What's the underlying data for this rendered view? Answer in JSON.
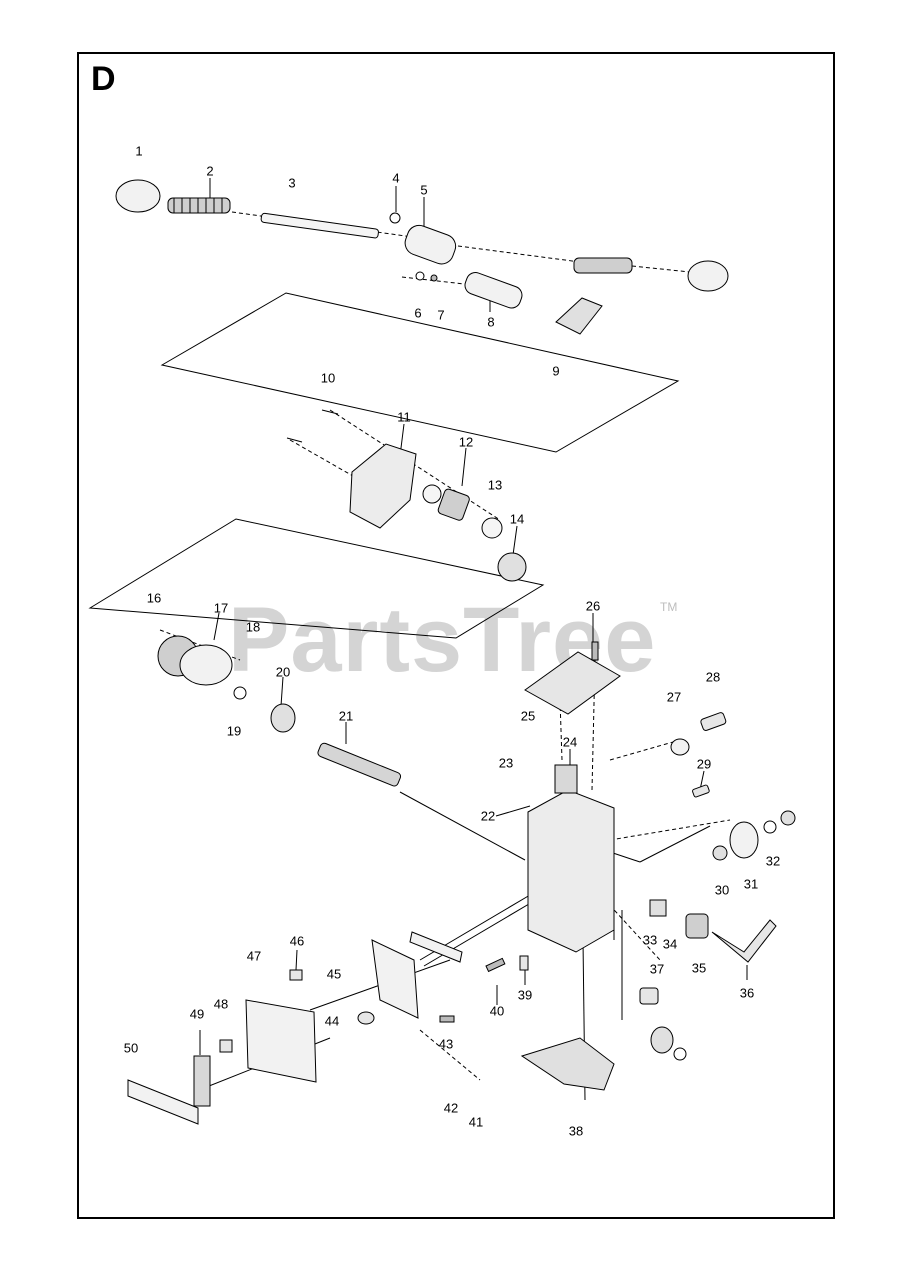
{
  "section_label": "D",
  "watermark": {
    "text": "PartsTree",
    "trademark": "TM"
  },
  "callouts": [
    "1",
    "2",
    "3",
    "4",
    "5",
    "6",
    "7",
    "8",
    "9",
    "10",
    "11",
    "12",
    "13",
    "14",
    "16",
    "17",
    "18",
    "19",
    "20",
    "21",
    "22",
    "23",
    "24",
    "25",
    "26",
    "27",
    "28",
    "29",
    "30",
    "31",
    "32",
    "33",
    "34",
    "35",
    "36",
    "37",
    "38",
    "39",
    "40",
    "41",
    "42",
    "43",
    "44",
    "45",
    "46",
    "47",
    "48",
    "49",
    "50"
  ],
  "colors": {
    "line": "#000000",
    "part_fill": "#e6e6e6",
    "watermark": "#d4d4d4"
  }
}
